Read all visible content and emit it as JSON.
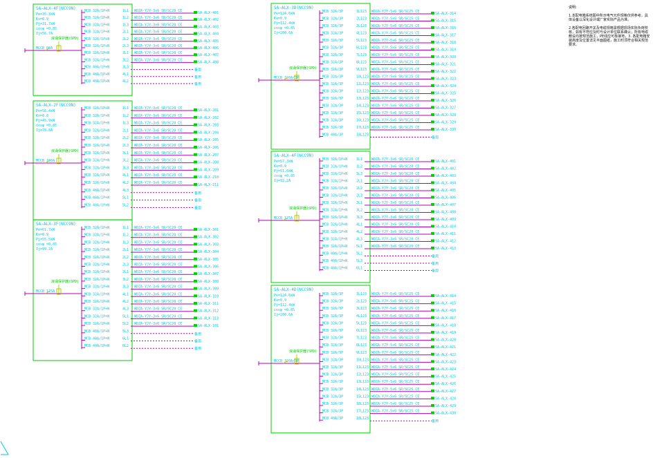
{
  "colors": {
    "box": "#00d200",
    "text": "#00c8e6",
    "bus": "#b400b4",
    "busbar": "#b400b4",
    "cable": "#b400b4",
    "breaker": "#b4c800"
  },
  "notes": {
    "title": "说明:",
    "items": [
      "1.本配电箱系统图中所示电气元件规格仅供参考，具体设备以深化设计或厂家实际产品为准。",
      "2.各配电回路开关及电缆规格需根据现场实际负荷校核，如有不符应及时与设计单位联系确认；所有电缆敷设均按规范施工，PE线应可靠接地，3. 各配电箱安装高度及位置详见平面图纸，施工时须符合相关规范要求。"
    ]
  },
  "boxes": [
    {
      "name": "SA-ALX-4F(NCC9N)",
      "params": [
        "Pe=35.3kW",
        "Kx=0.9",
        "Pj=31.7kW",
        "cosφ =0.85",
        "Ij=56.7A"
      ],
      "spd": "浪涌保护器(SPD)",
      "main": "MCCB 80A",
      "circuits": [
        {
          "br": "MCB 32A/1P+N",
          "ph": "1L1",
          "cable": "WDZA-YJY-3x6 SR/SC20 CE",
          "dest": "SA-ALX-401"
        },
        {
          "br": "MCB 32A/1P+N",
          "ph": "1L2",
          "cable": "WDZA-YJY-3x6 SR/SC20 CE",
          "dest": "SA-ALX-402"
        },
        {
          "br": "MCB 32A/1P+N",
          "ph": "1L3",
          "cable": "WDZA-YJY-3x6 SR/SC20 CE",
          "dest": "SA-ALX-403"
        },
        {
          "br": "MCB 32A/1P+N",
          "ph": "2L1",
          "cable": "WDZA-YJY-3x6 SR/SC20 CE",
          "dest": "SA-ALX-404"
        },
        {
          "br": "MCB 32A/1P+N",
          "ph": "2L2",
          "cable": "WDZA-YJY-3x6 SR/SC20 CE",
          "dest": "SA-ALX-405"
        },
        {
          "br": "MCB 32A/1P+N",
          "ph": "2L3",
          "cable": "WDZA-YJY-3x6 SR/SC20 CE",
          "dest": "SA-ALX-406"
        },
        {
          "br": "MCB 32A/1P+N",
          "ph": "3L1",
          "cable": "WDZA-YJY-3x6 SR/SC20 CE",
          "dest": "SA-ALX-407"
        },
        {
          "br": "MCB 32A/1P+N",
          "ph": "3L2",
          "cable": "WDZA-YJY-3x6 SR/SC20 CE",
          "dest": "SA-ALX-408"
        },
        {
          "br": "MCB 40A/1P+N",
          "ph": "3L3",
          "cable": "",
          "dest": "备用"
        },
        {
          "br": "MCB 40A/1P+N",
          "ph": "4L1",
          "cable": "",
          "dest": "备用"
        },
        {
          "br": "MCB 40A/1P+N",
          "ph": "4L2",
          "cable": "",
          "dest": "备用"
        }
      ]
    },
    {
      "name": "SA-ALX-2F(NCC9N)",
      "params": [
        "Pe=56.4kW",
        "Kx=0.8",
        "Pj=45.9kW",
        "cosφ =0.85",
        "Ij=78.8A"
      ],
      "spd": "浪涌保护器(SPD)",
      "main": "MCCB 100A",
      "circuits": [
        {
          "br": "MCB 32A/1P+N",
          "ph": "1L1",
          "cable": "WDZA-YJY-3x6 SR/SC20 CE",
          "dest": "SA-ALX-201"
        },
        {
          "br": "MCB 32A/1P+N",
          "ph": "1L2",
          "cable": "WDZA-YJY-3x6 SR/SC20 CE",
          "dest": "SA-ALX-202"
        },
        {
          "br": "MCB 32A/1P+N",
          "ph": "1L3",
          "cable": "WDZA-YJY-3x6 SR/SC20 CE",
          "dest": "SA-ALX-203"
        },
        {
          "br": "MCB 32A/1P+N",
          "ph": "2L1",
          "cable": "WDZA-YJY-3x6 SR/SC20 CE",
          "dest": "SA-ALX-204"
        },
        {
          "br": "MCB 32A/1P+N",
          "ph": "2L2",
          "cable": "WDZA-YJY-3x6 SR/SC20 CE",
          "dest": "SA-ALX-205"
        },
        {
          "br": "MCB 32A/1P+N",
          "ph": "2L3",
          "cable": "WDZA-YJY-3x6 SR/SC20 CE",
          "dest": "SA-ALX-206"
        },
        {
          "br": "MCB 32A/1P+N",
          "ph": "3L1",
          "cable": "WDZA-YJY-3x6 SR/SC20 CE",
          "dest": "SA-ALX-207"
        },
        {
          "br": "MCB 32A/1P+N",
          "ph": "3L2",
          "cable": "WDZA-YJY-3x6 SR/SC20 CE",
          "dest": "SA-ALX-208"
        },
        {
          "br": "MCB 32A/1P+N",
          "ph": "3L3",
          "cable": "WDZA-YJY-3x6 SR/SC20 CE",
          "dest": "SA-ALX-209"
        },
        {
          "br": "MCB 32A/1P+N",
          "ph": "4L1",
          "cable": "WDZA-YJY-3x6 SR/SC20 CE",
          "dest": "SA-ALX-210"
        },
        {
          "br": "MCB 32A/1P+N",
          "ph": "4L2",
          "cable": "WDZA-YJY-3x6 SR/SC20 CE",
          "dest": "SA-ALX-211"
        },
        {
          "br": "MCB 40A/1P+N",
          "ph": "4L3",
          "cable": "",
          "dest": "备用"
        },
        {
          "br": "MCB 40A/1P+N",
          "ph": "5L1",
          "cable": "",
          "dest": "备用"
        },
        {
          "br": "MCB 40A/1P+N",
          "ph": "5L2",
          "cable": "",
          "dest": "备用"
        }
      ]
    },
    {
      "name": "SA-ALX-3F(NCC9N)",
      "params": [
        "Pe=61.7kW",
        "Kx=0.9",
        "Pj=55.5kW",
        "cosφ =0.85",
        "Ij=99.2A"
      ],
      "spd": "浪涌保护器(SPD)",
      "main": "MCCB 125A",
      "circuits": [
        {
          "br": "MCB 32A/1P+N",
          "ph": "1L1",
          "cable": "WDZA-YJY-3x6 SR/SC20 CE",
          "dest": "SA-ALX-301"
        },
        {
          "br": "MCB 32A/1P+N",
          "ph": "1L2",
          "cable": "WDZA-YJY-3x6 SR/SC20 CE",
          "dest": "SA-ALX-302"
        },
        {
          "br": "MCB 32A/1P+N",
          "ph": "1L3",
          "cable": "WDZA-YJY-3x6 SR/SC20 CE",
          "dest": "SA-ALX-303"
        },
        {
          "br": "MCB 32A/1P+N",
          "ph": "2L1",
          "cable": "WDZA-YJY-3x6 SR/SC20 CE",
          "dest": "SA-ALX-304"
        },
        {
          "br": "MCB 32A/1P+N",
          "ph": "2L2",
          "cable": "WDZA-YJY-3x6 SR/SC20 CE",
          "dest": "SA-ALX-305"
        },
        {
          "br": "MCB 32A/1P+N",
          "ph": "2L3",
          "cable": "WDZA-YJY-3x6 SR/SC20 CE",
          "dest": "SA-ALX-306"
        },
        {
          "br": "MCB 32A/1P+N",
          "ph": "3L1",
          "cable": "WDZA-YJY-3x6 SR/SC20 CE",
          "dest": "SA-ALX-307"
        },
        {
          "br": "MCB 32A/1P+N",
          "ph": "3L2",
          "cable": "WDZA-YJY-3x6 SR/SC20 CE",
          "dest": "SA-ALX-308"
        },
        {
          "br": "MCB 32A/1P+N",
          "ph": "3L3",
          "cable": "WDZA-YJY-3x6 SR/SC20 CE",
          "dest": "SA-ALX-309"
        },
        {
          "br": "MCB 32A/1P+N",
          "ph": "4L1",
          "cable": "WDZA-YJY-3x6 SR/SC20 CE",
          "dest": "SA-ALX-310"
        },
        {
          "br": "MCB 32A/1P+N",
          "ph": "4L2",
          "cable": "WDZA-YJY-3x6 SR/SC20 CE",
          "dest": "SA-ALX-311"
        },
        {
          "br": "MCB 32A/1P+N",
          "ph": "4L3",
          "cable": "WDZA-YJY-3x6 SR/SC20 CE",
          "dest": "SA-ALX-312"
        },
        {
          "br": "MCB 32A/1P+N",
          "ph": "5L1",
          "cable": "WDZA-YJY-3x6 SR/SC20 CE",
          "dest": "SA-ALX-313"
        },
        {
          "br": "MCB 32A/1P+N",
          "ph": "5L2",
          "cable": "WDZA-YJY-3x6 SR/SC20 CE",
          "dest": "SA-ALX-101"
        },
        {
          "br": "MCB 40A/1P+N",
          "ph": "5L3",
          "cable": "",
          "dest": "备用"
        },
        {
          "br": "MCB 40A/1P+N",
          "ph": "6L1",
          "cable": "",
          "dest": "备用"
        },
        {
          "br": "MCB 40A/1P+N",
          "ph": "6L2",
          "cable": "",
          "dest": "备用"
        }
      ]
    },
    {
      "name": "SA-ALX-3D(NCC9N)",
      "params": [
        "Pe=124.6kW",
        "Kx=0.9",
        "Pj=112.4kW",
        "cosφ =0.85",
        "Ij=200.6A"
      ],
      "spd": "浪涌保护器(SPD)",
      "main": "MCCB 320A/3P",
      "circuits": [
        {
          "br": "MCB 32A/3P",
          "ph": "1L123",
          "cable": "WDZA-YJY-5x6 SR/SC25 CE",
          "dest": "SA-ALX-314"
        },
        {
          "br": "MCB 32A/3P",
          "ph": "2L123",
          "cable": "WDZA-YJY-5x6 SR/SC25 CE",
          "dest": "SA-ALX-315"
        },
        {
          "br": "MCB 32A/3P",
          "ph": "3L123",
          "cable": "WDZA-YJY-5x6 SR/SC25 CE",
          "dest": "SA-ALX-316"
        },
        {
          "br": "MCB 32A/3P",
          "ph": "4L123",
          "cable": "WDZA-YJY-5x6 SR/SC25 CE",
          "dest": "SA-ALX-317"
        },
        {
          "br": "MCB 32A/3P",
          "ph": "5L123",
          "cable": "WDZA-YJY-5x6 SR/SC25 CE",
          "dest": "SA-ALX-318"
        },
        {
          "br": "MCB 32A/3P",
          "ph": "6L123",
          "cable": "WDZA-YJY-5x6 SR/SC25 CE",
          "dest": "SA-ALX-319"
        },
        {
          "br": "MCB 32A/3P",
          "ph": "7L123",
          "cable": "WDZA-YJY-5x6 SR/SC25 CE",
          "dest": "SA-ALX-320"
        },
        {
          "br": "MCB 32A/3P",
          "ph": "8L123",
          "cable": "WDZA-YJY-5x6 SR/SC25 CE",
          "dest": "SA-ALX-321"
        },
        {
          "br": "MCB 32A/3P",
          "ph": "9L123",
          "cable": "WDZA-YJY-5x6 SR/SC25 CE",
          "dest": "SA-ALX-322"
        },
        {
          "br": "MCB 32A/3P",
          "ph": "10L123",
          "cable": "WDZA-YJY-5x6 SR/SC25 CE",
          "dest": "SA-ALX-323"
        },
        {
          "br": "MCB 32A/3P",
          "ph": "11L123",
          "cable": "WDZA-YJY-5x6 SR/SC25 CE",
          "dest": "SA-ALX-324"
        },
        {
          "br": "MCB 32A/3P",
          "ph": "12L123",
          "cable": "WDZA-YJY-5x6 SR/SC25 CE",
          "dest": "SA-ALX-325"
        },
        {
          "br": "MCB 32A/3P",
          "ph": "13L123",
          "cable": "WDZA-YJY-5x6 SR/SC25 CE",
          "dest": "SA-ALX-326"
        },
        {
          "br": "MCB 32A/3P",
          "ph": "14L123",
          "cable": "WDZA-YJY-5x6 SR/SC25 CE",
          "dest": "SA-ALX-327"
        },
        {
          "br": "MCB 32A/3P",
          "ph": "15L123",
          "cable": "WDZA-YJY-5x6 SR/SC25 CE",
          "dest": "SA-ALX-328"
        },
        {
          "br": "MCB 32A/3P",
          "ph": "16L123",
          "cable": "WDZA-YJY-5x6 SR/SC25 CE",
          "dest": "SA-ALX-329"
        },
        {
          "br": "MCB 32A/3P",
          "ph": "17L123",
          "cable": "WDZA-YJY-5x6 SR/SC25 CE",
          "dest": "SA-ALX-330"
        },
        {
          "br": "MCB 40A/3P",
          "ph": "18L123",
          "cable": "",
          "dest": "备用"
        }
      ]
    },
    {
      "name": "SA-ALX-4F(NCC9N)",
      "params": [
        "Pe=57.3kW",
        "Kx=0.9",
        "Pj=51.6kW",
        "cosφ =0.85",
        "Ij=92.2A"
      ],
      "spd": "浪涌保护器(SPD)",
      "main": "MCCB 125A",
      "circuits": [
        {
          "br": "MCB 32A/1P+N",
          "ph": "1L1",
          "cable": "WDZA-YJY-3x6 SR/SC20 CE",
          "dest": "SA-ALX-401"
        },
        {
          "br": "MCB 32A/1P+N",
          "ph": "1L2",
          "cable": "WDZA-YJY-3x6 SR/SC20 CE",
          "dest": "SA-ALX-402"
        },
        {
          "br": "MCB 32A/1P+N",
          "ph": "1L3",
          "cable": "WDZA-YJY-3x6 SR/SC20 CE",
          "dest": "SA-ALX-403"
        },
        {
          "br": "MCB 32A/1P+N",
          "ph": "2L1",
          "cable": "WDZA-YJY-3x6 SR/SC20 CE",
          "dest": "SA-ALX-404"
        },
        {
          "br": "MCB 32A/1P+N",
          "ph": "2L2",
          "cable": "WDZA-YJY-3x6 SR/SC20 CE",
          "dest": "SA-ALX-405"
        },
        {
          "br": "MCB 32A/1P+N",
          "ph": "2L3",
          "cable": "WDZA-YJY-3x6 SR/SC20 CE",
          "dest": "SA-ALX-406"
        },
        {
          "br": "MCB 32A/1P+N",
          "ph": "3L1",
          "cable": "WDZA-YJY-3x6 SR/SC20 CE",
          "dest": "SA-ALX-407"
        },
        {
          "br": "MCB 32A/1P+N",
          "ph": "3L2",
          "cable": "WDZA-YJY-3x6 SR/SC20 CE",
          "dest": "SA-ALX-408"
        },
        {
          "br": "MCB 32A/1P+N",
          "ph": "3L3",
          "cable": "WDZA-YJY-3x6 SR/SC20 CE",
          "dest": "SA-ALX-409"
        },
        {
          "br": "MCB 32A/1P+N",
          "ph": "4L1",
          "cable": "WDZA-YJY-3x6 SR/SC20 CE",
          "dest": "SA-ALX-410"
        },
        {
          "br": "MCB 32A/1P+N",
          "ph": "4L2",
          "cable": "WDZA-YJY-3x6 SR/SC20 CE",
          "dest": "SA-ALX-411"
        },
        {
          "br": "MCB 32A/1P+N",
          "ph": "4L3",
          "cable": "WDZA-YJY-3x6 SR/SC20 CE",
          "dest": "SA-ALX-412"
        },
        {
          "br": "MCB 32A/1P+N",
          "ph": "5L1",
          "cable": "WDZA-YJY-3x6 SR/SC20 CE",
          "dest": "SA-ALX-413"
        },
        {
          "br": "MCB 40A/1P+N",
          "ph": "5L2",
          "cable": "",
          "dest": "备用"
        },
        {
          "br": "MCB 40A/1P+N",
          "ph": "5L3",
          "cable": "",
          "dest": "备用"
        },
        {
          "br": "MCB 40A/1P+N",
          "ph": "6L1",
          "cable": "",
          "dest": "备用"
        }
      ]
    },
    {
      "name": "SA-ALX-4D(NCC9N)",
      "params": [
        "Pe=124.6kW",
        "Kx=0.9",
        "Pj=112.4kW",
        "cosφ =0.85",
        "Ij=200.6A"
      ],
      "spd": "浪涌保护器(SPD)",
      "main": "MCCB 320A/3P",
      "circuits": [
        {
          "br": "MCB 32A/3P",
          "ph": "1L123",
          "cable": "WDZA-YJY-5x6 SR/SC25 CE",
          "dest": "SA-ALX-414"
        },
        {
          "br": "MCB 32A/3P",
          "ph": "2L123",
          "cable": "WDZA-YJY-5x6 SR/SC25 CE",
          "dest": "SA-ALX-415"
        },
        {
          "br": "MCB 32A/3P",
          "ph": "3L123",
          "cable": "WDZA-YJY-5x6 SR/SC25 CE",
          "dest": "SA-ALX-416"
        },
        {
          "br": "MCB 32A/3P",
          "ph": "4L123",
          "cable": "WDZA-YJY-5x6 SR/SC25 CE",
          "dest": "SA-ALX-417"
        },
        {
          "br": "MCB 32A/3P",
          "ph": "5L123",
          "cable": "WDZA-YJY-5x6 SR/SC25 CE",
          "dest": "SA-ALX-418"
        },
        {
          "br": "MCB 32A/3P",
          "ph": "6L123",
          "cable": "WDZA-YJY-5x6 SR/SC25 CE",
          "dest": "SA-ALX-419"
        },
        {
          "br": "MCB 32A/3P",
          "ph": "7L123",
          "cable": "WDZA-YJY-5x6 SR/SC25 CE",
          "dest": "SA-ALX-420"
        },
        {
          "br": "MCB 32A/3P",
          "ph": "8L123",
          "cable": "WDZA-YJY-5x6 SR/SC25 CE",
          "dest": "SA-ALX-421"
        },
        {
          "br": "MCB 32A/3P",
          "ph": "9L123",
          "cable": "WDZA-YJY-5x6 SR/SC25 CE",
          "dest": "SA-ALX-422"
        },
        {
          "br": "MCB 32A/3P",
          "ph": "10L123",
          "cable": "WDZA-YJY-5x6 SR/SC25 CE",
          "dest": "SA-ALX-423"
        },
        {
          "br": "MCB 32A/3P",
          "ph": "11L123",
          "cable": "WDZA-YJY-5x6 SR/SC25 CE",
          "dest": "SA-ALX-424"
        },
        {
          "br": "MCB 32A/3P",
          "ph": "12L123",
          "cable": "WDZA-YJY-5x6 SR/SC25 CE",
          "dest": "SA-ALX-425"
        },
        {
          "br": "MCB 32A/3P",
          "ph": "13L123",
          "cable": "WDZA-YJY-5x6 SR/SC25 CE",
          "dest": "SA-ALX-426"
        },
        {
          "br": "MCB 32A/3P",
          "ph": "14L123",
          "cable": "WDZA-YJY-5x6 SR/SC25 CE",
          "dest": "SA-ALX-427"
        },
        {
          "br": "MCB 32A/3P",
          "ph": "15L123",
          "cable": "WDZA-YJY-5x6 SR/SC25 CE",
          "dest": "SA-ALX-428"
        },
        {
          "br": "MCB 32A/3P",
          "ph": "16L123",
          "cable": "WDZA-YJY-5x6 SR/SC25 CE",
          "dest": "SA-ALX-429"
        },
        {
          "br": "MCB 32A/3P",
          "ph": "17L123",
          "cable": "WDZA-YJY-5x6 SR/SC25 CE",
          "dest": "SA-ALX-430"
        },
        {
          "br": "MCB 40A/3P",
          "ph": "18L123",
          "cable": "",
          "dest": "备用"
        }
      ]
    }
  ]
}
